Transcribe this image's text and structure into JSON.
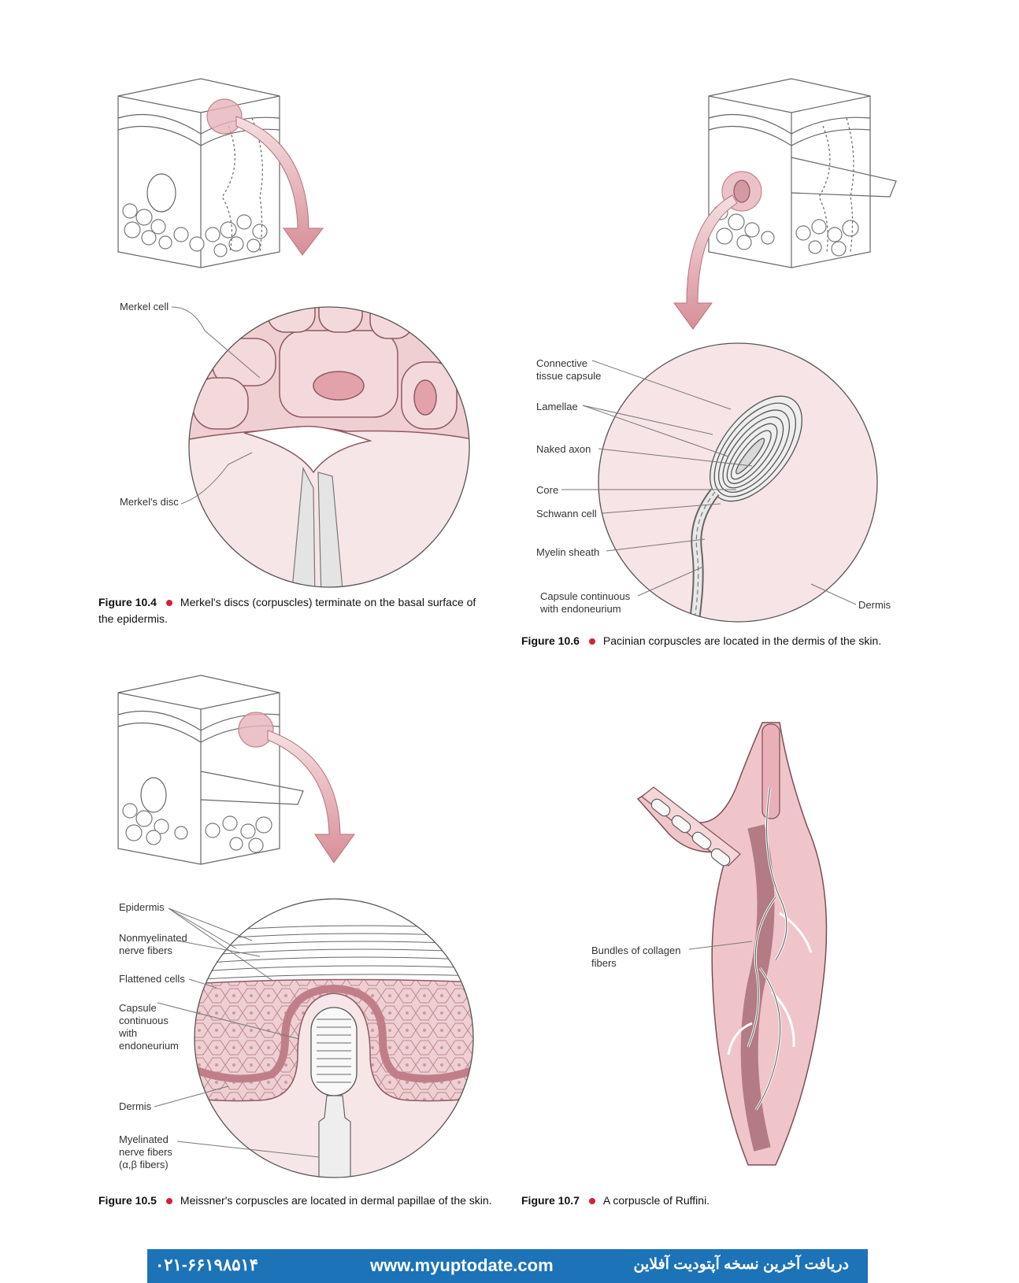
{
  "fig104": {
    "labels": {
      "merkel_cell": "Merkel cell",
      "merkels_disc": "Merkel's disc"
    },
    "number": "Figure 10.4",
    "caption": "Merkel's discs (corpuscles) terminate on the basal surface of the epidermis."
  },
  "fig106": {
    "labels": {
      "capsule": [
        "Connective",
        "tissue capsule"
      ],
      "lamellae": "Lamellae",
      "naked_axon": "Naked axon",
      "core": "Core",
      "schwann": "Schwann cell",
      "myelin": "Myelin sheath",
      "capsule_cont": [
        "Capsule continuous",
        "with endoneurium"
      ],
      "dermis": "Dermis"
    },
    "number": "Figure 10.6",
    "caption": "Pacinian corpuscles are located in the dermis of the skin."
  },
  "fig105": {
    "labels": {
      "epidermis": "Epidermis",
      "nonmyelinated": [
        "Nonmyelinated",
        "nerve fibers"
      ],
      "flattened": "Flattened cells",
      "capsule": [
        "Capsule",
        "continuous",
        "with",
        "endoneurium"
      ],
      "dermis": "Dermis",
      "myelinated": [
        "Myelinated",
        "nerve fibers",
        "(α,β fibers)"
      ]
    },
    "number": "Figure 10.5",
    "caption": "Meissner's corpuscles are located in dermal papillae of the skin."
  },
  "fig107": {
    "labels": {
      "bundles": [
        "Bundles of collagen",
        "fibers"
      ]
    },
    "number": "Figure 10.7",
    "caption": "A corpuscle of Ruffini."
  },
  "footer": {
    "phone": "۰۲۱-۶۶۱۹۸۵۱۴",
    "url": "www.myuptodate.com",
    "persian": "دریافت آخرین نسخه آپتودیت آفلاین"
  },
  "colors": {
    "accent": "#d6203a",
    "tissue": "#f2d5d8",
    "tissue_dark": "#dba5ab",
    "footer": "#1c73b8"
  }
}
